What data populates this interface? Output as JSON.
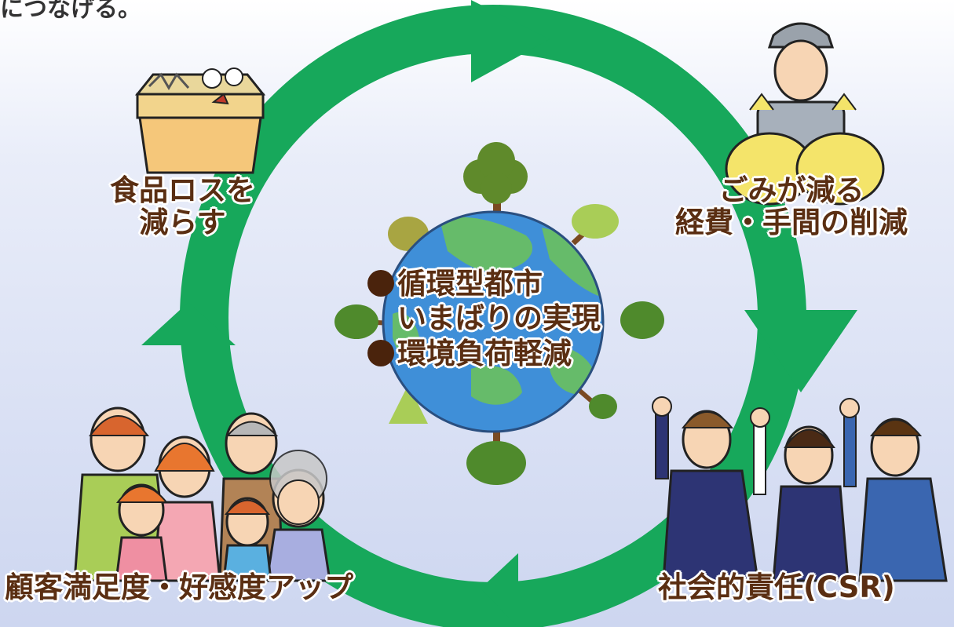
{
  "top_fragment": "につなげる。",
  "center": {
    "line1": "循環型都市",
    "line2": "いまばりの実現",
    "line3": "環境負荷軽減"
  },
  "labels": {
    "food_loss_line1": "食品ロスを",
    "food_loss_line2": "減らす",
    "waste_line1": "ごみが減る",
    "waste_line2": "経費・手間の削減",
    "csr": "社会的責任(CSR)",
    "customer": "顧客満足度・好感度アップ"
  },
  "colors": {
    "cycle_arrow": "#17a85b",
    "label_text": "#5a2e12",
    "ocean": "#3f8fd8",
    "land": "#66bb6a"
  }
}
